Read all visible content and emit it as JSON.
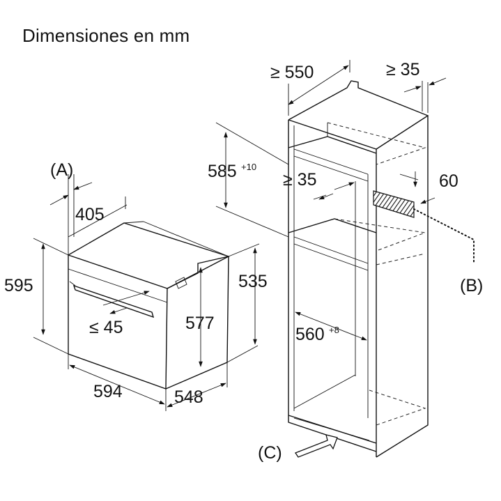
{
  "title": "Dimensiones en mm",
  "labels": {
    "a": "(A)",
    "b": "(B)",
    "c": "(C)"
  },
  "dimensions": {
    "oven_depth_top": "405",
    "oven_height": "595",
    "oven_gap": "≤ 45",
    "oven_inner_height": "577",
    "oven_side_height": "535",
    "oven_width": "594",
    "oven_depth": "548",
    "niche_depth": "≥ 550",
    "niche_back_gap": "≥ 35",
    "niche_height_main": "585",
    "niche_height_sup": "+10",
    "niche_shelf_gap": "≥ 35",
    "vent_height": "60",
    "niche_width_main": "560",
    "niche_width_sup": "+8"
  }
}
